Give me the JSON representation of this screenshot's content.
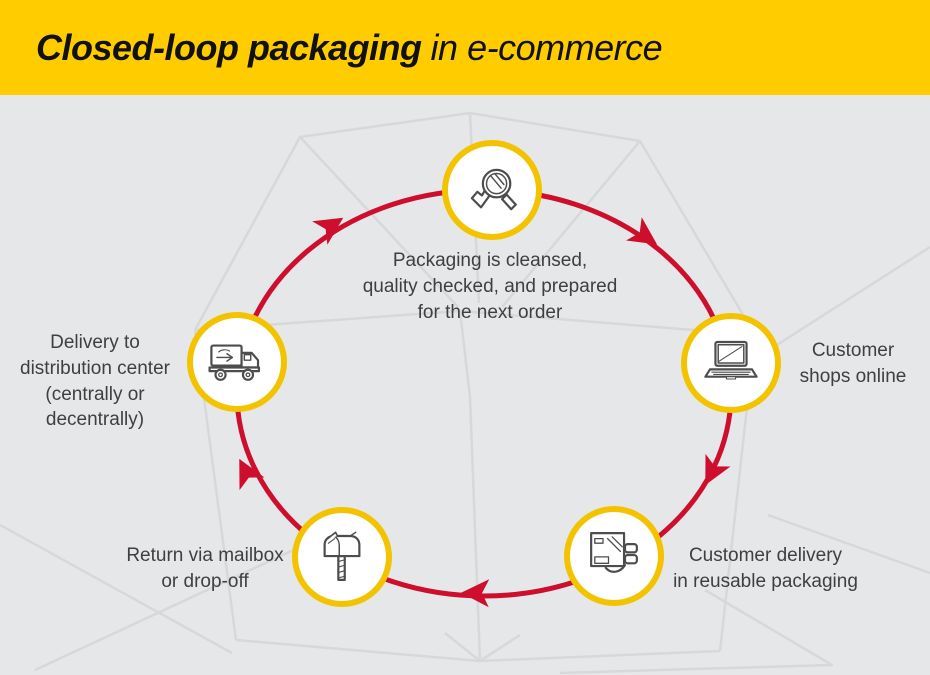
{
  "header": {
    "title_emphasis": "Closed-loop packaging",
    "title_rest": "in e-commerce"
  },
  "colors": {
    "header_bg": "#FFCC00",
    "body_bg": "#E6E7E9",
    "arrow_red": "#CE0E2D",
    "node_ring_yellow": "#F3C300",
    "label_text": "#3F3F41",
    "sketch_gray": "#D2D3D6"
  },
  "cycle": {
    "direction": "clockwise",
    "nodes": [
      {
        "id": "prepare",
        "icon": "magnifier-check-icon",
        "label_lines": [
          "Packaging is cleansed,",
          "quality checked, and prepared",
          "for the next order"
        ]
      },
      {
        "id": "shop",
        "icon": "laptop-icon",
        "label_lines": [
          "Customer",
          "shops online"
        ]
      },
      {
        "id": "deliver",
        "icon": "package-handover-icon",
        "label_lines": [
          "Customer delivery",
          "in reusable packaging"
        ]
      },
      {
        "id": "return",
        "icon": "mailbox-icon",
        "label_lines": [
          "Return via mailbox",
          "or drop-off"
        ]
      },
      {
        "id": "distribute",
        "icon": "delivery-truck-icon",
        "label_lines": [
          "Delivery to",
          "distribution center",
          "(centrally or",
          "decentrally)"
        ]
      }
    ]
  }
}
